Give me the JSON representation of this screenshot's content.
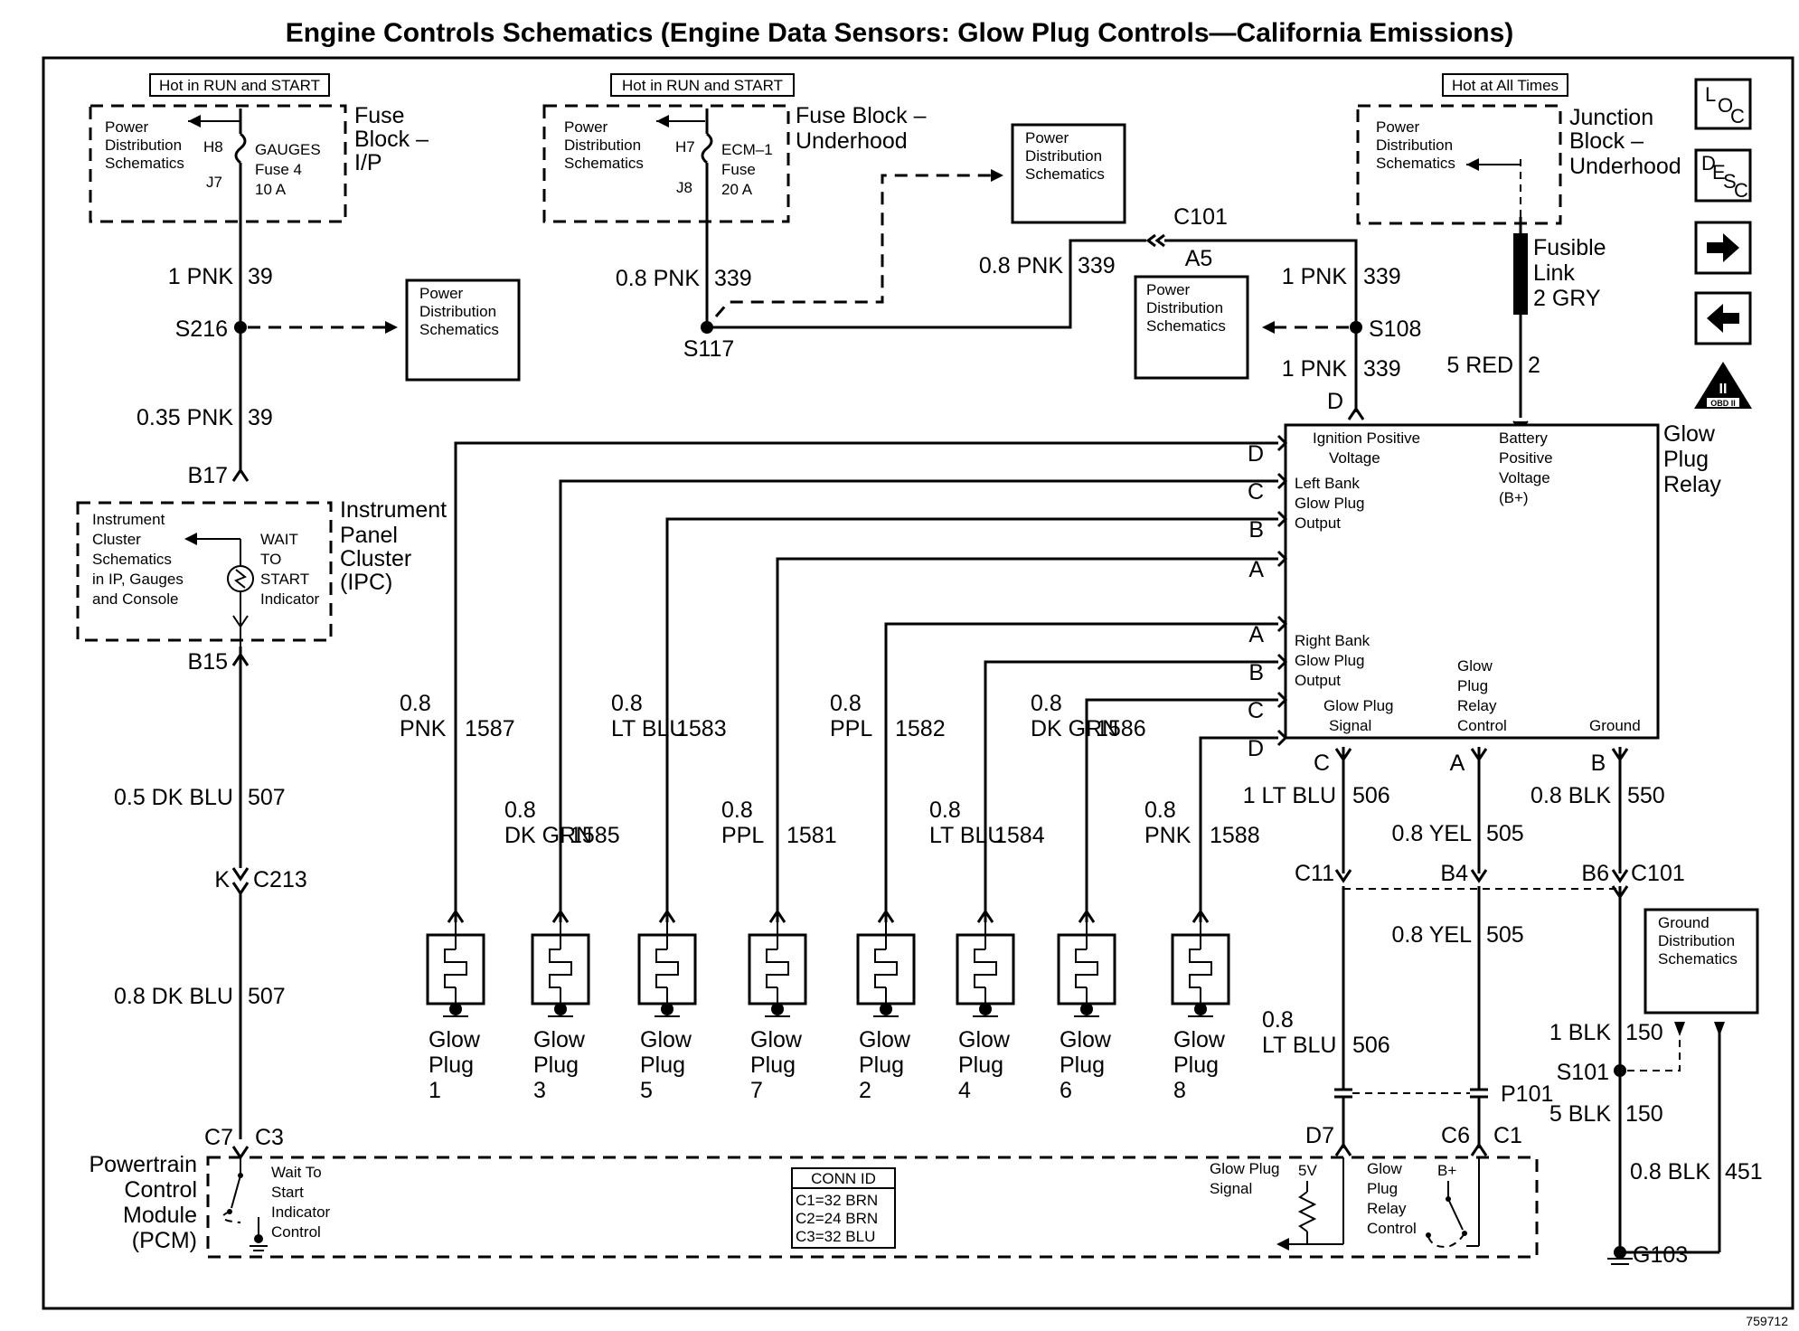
{
  "title": "Engine Controls Schematics (Engine Data Sensors: Glow Plug Controls—California Emissions)",
  "image_id": "759712",
  "nav": {
    "loc": [
      "L",
      "O",
      "C"
    ],
    "desc": [
      "D",
      "E",
      "S",
      "C"
    ],
    "obd_label": "OBD II",
    "obd_roman": "II"
  },
  "hot_labels": {
    "left": "Hot in RUN and START",
    "mid": "Hot in RUN and START",
    "right": "Hot at All Times"
  },
  "fuse_ip": {
    "name": [
      "Fuse",
      "Block –",
      "I/P"
    ],
    "ref": [
      "Power",
      "Distribution",
      "Schematics"
    ],
    "h": "H8",
    "j": "J7",
    "fuse": [
      "GAUGES",
      "Fuse 4",
      "10 A"
    ]
  },
  "fuse_uh": {
    "name": [
      "Fuse Block –",
      "Underhood"
    ],
    "ref": [
      "Power",
      "Distribution",
      "Schematics"
    ],
    "h": "H7",
    "j": "J8",
    "fuse": [
      "ECM–1",
      "Fuse",
      "20 A"
    ]
  },
  "junction": {
    "name": [
      "Junction",
      "Block –",
      "Underhood"
    ],
    "ref": [
      "Power",
      "Distribution",
      "Schematics"
    ]
  },
  "ref_boxes": {
    "pd_top": [
      "Power",
      "Distribution",
      "Schematics"
    ],
    "pd_s216": [
      "Power",
      "Distribution",
      "Schematics"
    ],
    "pd_s108": [
      "Power",
      "Distribution",
      "Schematics"
    ],
    "ground": [
      "Ground",
      "Distribution",
      "Schematics"
    ]
  },
  "ipc": {
    "name": [
      "Instrument",
      "Panel",
      "Cluster",
      "(IPC)"
    ],
    "ref": [
      "Instrument",
      "Cluster",
      "Schematics",
      "in IP, Gauges",
      "and Console"
    ],
    "indicator": [
      "WAIT",
      "TO",
      "START",
      "Indicator"
    ]
  },
  "relay": {
    "name": [
      "Glow",
      "Plug",
      "Relay"
    ],
    "ign": [
      "Ignition Positive",
      "Voltage"
    ],
    "bat": [
      "Battery",
      "Positive",
      "Voltage",
      "(B+)"
    ],
    "left_bank": [
      "Left Bank",
      "Glow Plug",
      "Output"
    ],
    "right_bank": [
      "Right Bank",
      "Glow Plug",
      "Output"
    ],
    "relay_ctrl": [
      "Glow",
      "Plug",
      "Relay",
      "Control"
    ],
    "signal": [
      "Glow Plug",
      "Signal"
    ],
    "ground": "Ground",
    "pins_left": [
      "D",
      "C",
      "B",
      "A",
      "A",
      "B",
      "C",
      "D"
    ],
    "pin_top": "D",
    "pins_bottom": [
      "C",
      "A",
      "B"
    ]
  },
  "fusible": {
    "name": [
      "Fusible",
      "Link",
      "2 GRY"
    ],
    "wire": "5 RED",
    "circuit": "2"
  },
  "wires": {
    "w39a": {
      "g": "1 PNK",
      "c": "39"
    },
    "w39b": {
      "g": "0.35 PNK",
      "c": "39"
    },
    "w339a": {
      "g": "0.8 PNK",
      "c": "339"
    },
    "w339b": {
      "g": "0.8 PNK",
      "c": "339"
    },
    "w339c": {
      "g": "1 PNK",
      "c": "339"
    },
    "w339d": {
      "g": "1 PNK",
      "c": "339"
    },
    "w507a": {
      "g": "0.5 DK BLU",
      "c": "507"
    },
    "w507b": {
      "g": "0.8 DK BLU",
      "c": "507"
    },
    "w506a": {
      "g": "1 LT BLU",
      "c": "506"
    },
    "w506b": {
      "g": [
        "0.8",
        "LT BLU"
      ],
      "c": "506"
    },
    "w505a": {
      "g": "0.8 YEL",
      "c": "505"
    },
    "w505b": {
      "g": "0.8 YEL",
      "c": "505"
    },
    "w550": {
      "g": "0.8 BLK",
      "c": "550"
    },
    "w150a": {
      "g": "1 BLK",
      "c": "150"
    },
    "w150b": {
      "g": "5 BLK",
      "c": "150"
    },
    "w451": {
      "g": "0.8 BLK",
      "c": "451"
    }
  },
  "splices": {
    "s216": "S216",
    "s117": "S117",
    "s108": "S108",
    "s101": "S101",
    "c101_top": "C101",
    "a5": "A5",
    "d_top": "D",
    "b17": "B17",
    "b15": "B15",
    "k": "K",
    "c213": "C213",
    "c7": "C7",
    "c3": "C3",
    "c11": "C11",
    "b4": "B4",
    "b6": "B6",
    "c101_mid": "C101",
    "p101": "P101",
    "d7": "D7",
    "c6": "C6",
    "c1": "C1",
    "g103": "G103"
  },
  "plug_wires": [
    {
      "g": [
        "0.8",
        "PNK"
      ],
      "c": "1587"
    },
    {
      "g": [
        "0.8",
        "DK GRN"
      ],
      "c": "1585"
    },
    {
      "g": [
        "0.8",
        "LT BLU"
      ],
      "c": "1583"
    },
    {
      "g": [
        "0.8",
        "PPL"
      ],
      "c": "1581"
    },
    {
      "g": [
        "0.8",
        "PPL"
      ],
      "c": "1582"
    },
    {
      "g": [
        "0.8",
        "LT BLU"
      ],
      "c": "1584"
    },
    {
      "g": [
        "0.8",
        "DK GRN"
      ],
      "c": "1586"
    },
    {
      "g": [
        "0.8",
        "PNK"
      ],
      "c": "1588"
    }
  ],
  "plugs": [
    [
      "Glow",
      "Plug",
      "1"
    ],
    [
      "Glow",
      "Plug",
      "3"
    ],
    [
      "Glow",
      "Plug",
      "5"
    ],
    [
      "Glow",
      "Plug",
      "7"
    ],
    [
      "Glow",
      "Plug",
      "2"
    ],
    [
      "Glow",
      "Plug",
      "4"
    ],
    [
      "Glow",
      "Plug",
      "6"
    ],
    [
      "Glow",
      "Plug",
      "8"
    ]
  ],
  "pcm": {
    "name": [
      "Powertrain",
      "Control",
      "Module",
      "(PCM)"
    ],
    "indicator": [
      "Wait To",
      "Start",
      "Indicator",
      "Control"
    ],
    "signal": [
      "Glow Plug",
      "Signal"
    ],
    "five_v": "5V",
    "relay_ctrl": [
      "Glow",
      "Plug",
      "Relay",
      "Control"
    ],
    "bplus": "B+",
    "conn_title": "CONN ID",
    "conn": [
      "C1=32 BRN",
      "C2=24 BRN",
      "C3=32 BLU"
    ]
  }
}
